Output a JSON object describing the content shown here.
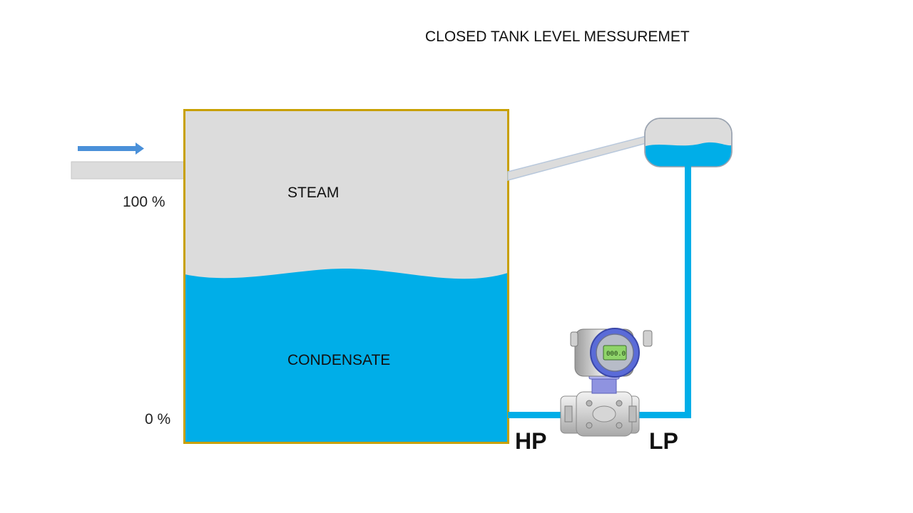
{
  "diagram": {
    "title": "CLOSED TANK LEVEL MESSUREMET",
    "tank": {
      "upper_region_label": "STEAM",
      "lower_region_label": "CONDENSATE",
      "level_high_label": "100 %",
      "level_low_label": "0 %"
    },
    "transmitter": {
      "high_pressure_port_label": "HP",
      "low_pressure_port_label": "LP",
      "display_reading": "000.0"
    },
    "colors": {
      "tank_outline": "#c8a000",
      "steam_fill": "#dcdcdc",
      "condensate_fill": "#00aee8",
      "pipe_line": "#00aee8",
      "inlet_arrow": "#4a90d9",
      "transmitter_body": "#c8c8c8",
      "transmitter_bezel": "#5a6bd8"
    }
  }
}
